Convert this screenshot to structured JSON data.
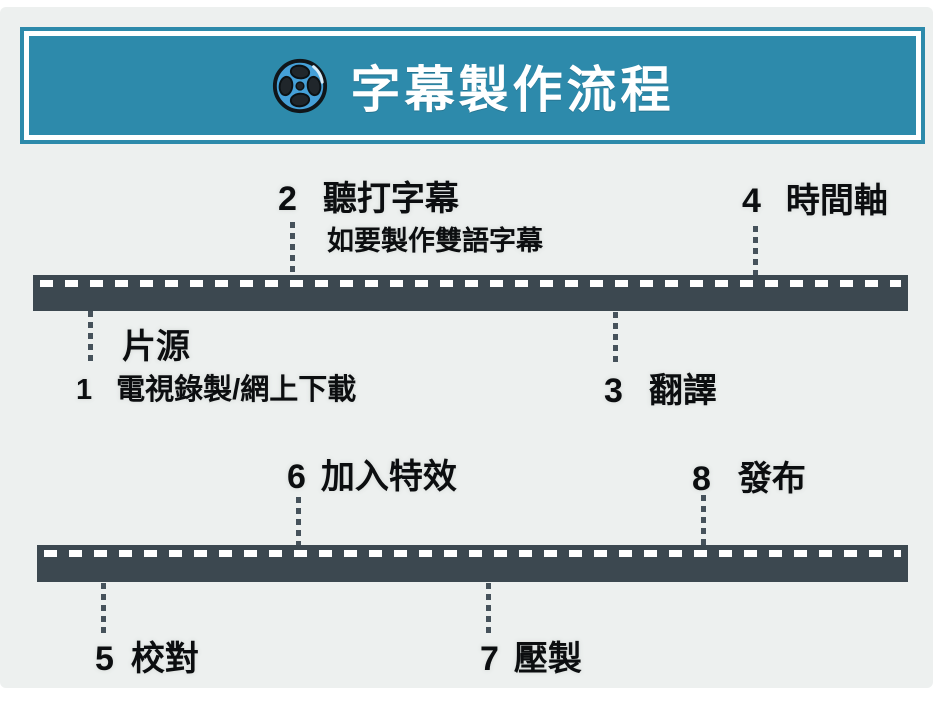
{
  "header": {
    "title": "字幕製作流程",
    "icon": "film-reel-icon"
  },
  "colors": {
    "banner_teal": "#2d8aab",
    "road_dark": "#3c4850",
    "background": "#edf0ef",
    "dash_white": "#ffffff",
    "text_black": "#0c0e10",
    "reel_blue": "#45a0d8"
  },
  "steps": [
    {
      "number": "1",
      "label": "片源",
      "sublabel": "電視錄製/網上下載",
      "position": "below-road-1"
    },
    {
      "number": "2",
      "label": "聽打字幕",
      "sublabel": "如要製作雙語字幕",
      "position": "above-road-1"
    },
    {
      "number": "3",
      "label": "翻譯",
      "position": "below-road-1"
    },
    {
      "number": "4",
      "label": "時間軸",
      "position": "above-road-1"
    },
    {
      "number": "5",
      "label": "校對",
      "position": "below-road-2"
    },
    {
      "number": "6",
      "label": "加入特效",
      "position": "above-road-2"
    },
    {
      "number": "7",
      "label": "壓製",
      "position": "below-road-2"
    },
    {
      "number": "8",
      "label": "發布",
      "position": "above-road-2"
    }
  ]
}
